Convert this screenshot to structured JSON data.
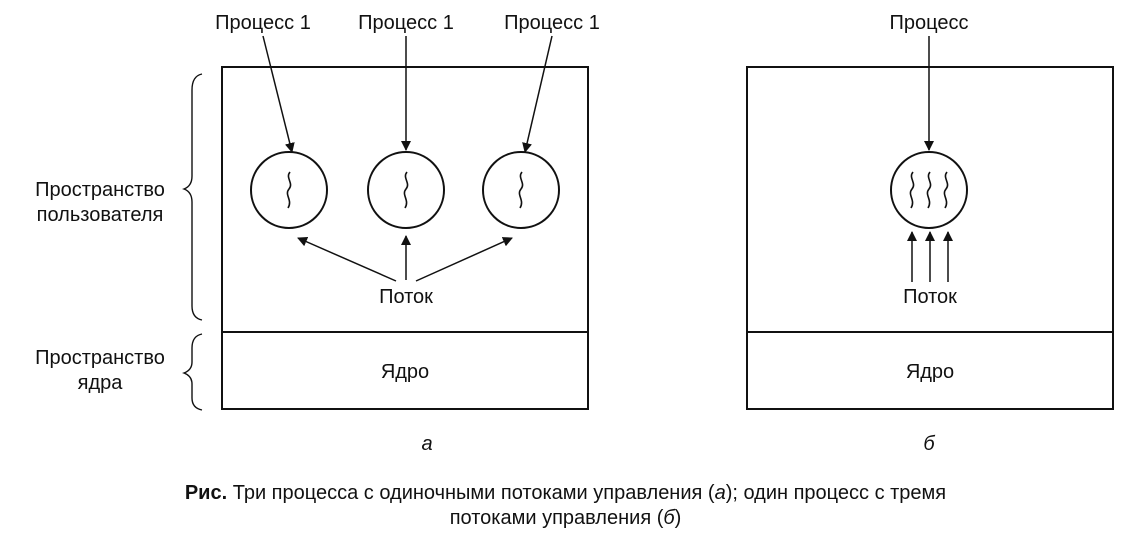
{
  "panel_a": {
    "process_labels": [
      "Процесс 1",
      "Процесс 1",
      "Процесс 1"
    ],
    "thread_label": "Поток",
    "kernel_label": "Ядро",
    "panel_label": "а"
  },
  "panel_b": {
    "process_label": "Процесс",
    "thread_label": "Поток",
    "kernel_label": "Ядро",
    "panel_label": "б"
  },
  "side_labels": {
    "user_space_line1": "Пространство",
    "user_space_line2": "пользователя",
    "kernel_space_line1": "Пространство",
    "kernel_space_line2": "ядра"
  },
  "caption": {
    "prefix": "Рис.",
    "text1": " Три процесса с одиночными потоками управления (",
    "a": "а",
    "text2": "); один процесс с тремя",
    "text3": "потоками управления (",
    "b": "б",
    "text4": ")"
  }
}
